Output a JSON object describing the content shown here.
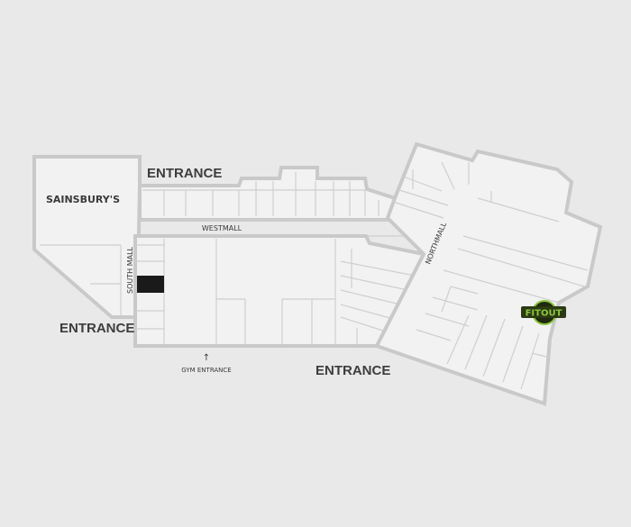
{
  "map": {
    "anchor_store": "SAINSBURY'S",
    "entrances": {
      "north": "ENTRANCE",
      "west": "ENTRANCE",
      "south": "ENTRANCE"
    },
    "malls": {
      "west": "WESTMALL",
      "south": "SOUTH MALL",
      "north": "NORTHMALL"
    },
    "gym_entrance": "GYM ENTRANCE",
    "gym_arrow": "↑",
    "highlight_color": "#1a1a1a",
    "logo": {
      "text": "FITOUT",
      "color": "#8cc63f"
    }
  }
}
